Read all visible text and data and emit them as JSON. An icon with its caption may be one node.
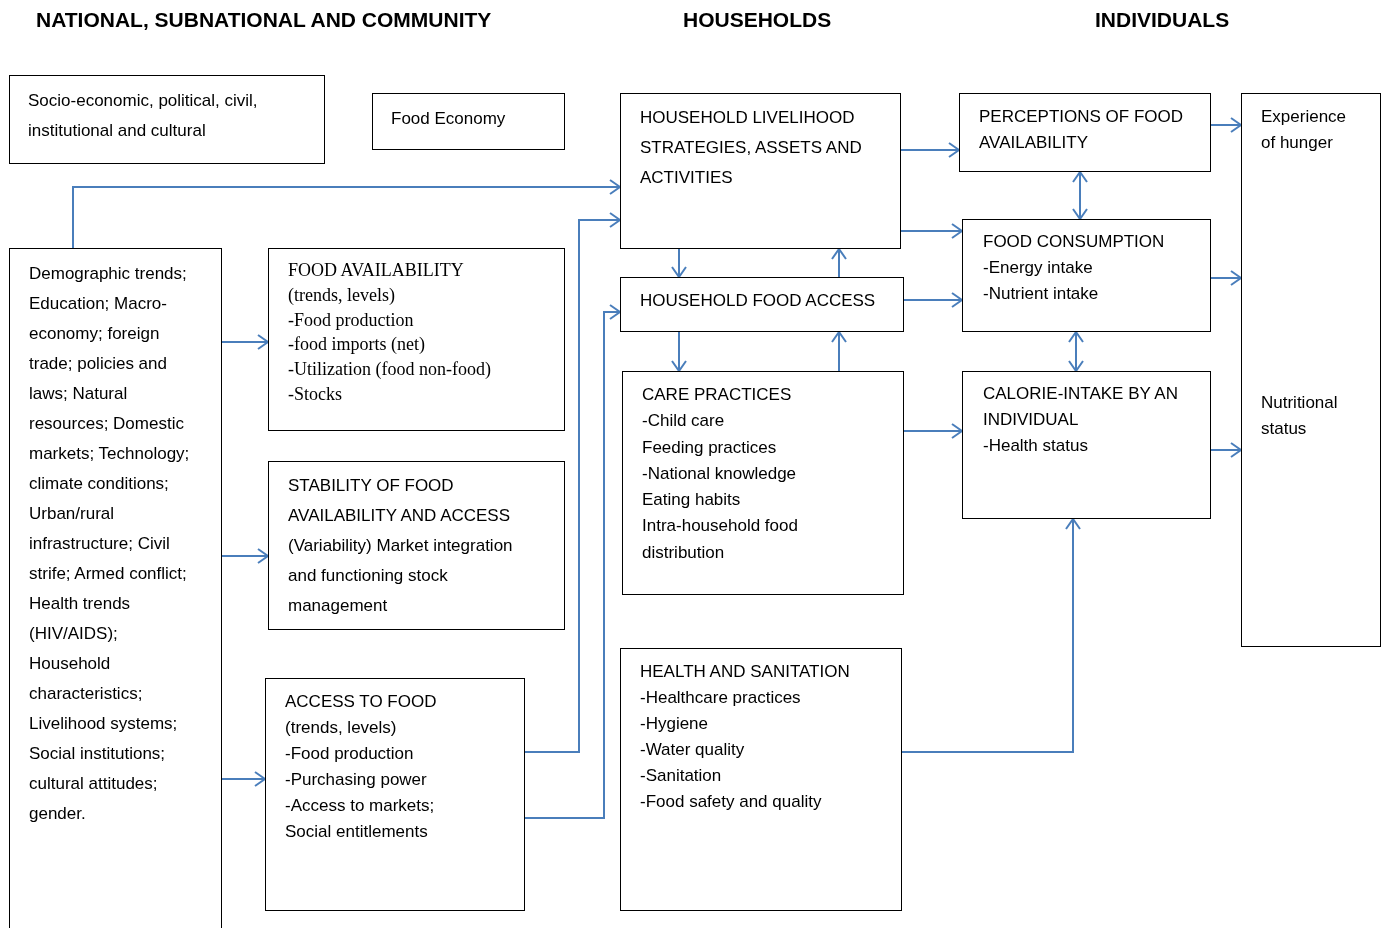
{
  "diagram": {
    "nodes": [
      {
        "text": [
          "Socio-economic, political, civil, institutional and cultural"
        ]
      },
      {
        "text": [
          "Food Economy"
        ]
      },
      {
        "text": [
          "HOUSEHOLD LIVELIHOOD STRATEGIES, ASSETS AND ACTIVITIES"
        ]
      },
      {
        "text": [
          "PERCEPTIONS OF FOOD AVAILABILITY"
        ]
      },
      {
        "text": [
          "Experience of hunger",
          "Nutritional status"
        ]
      },
      {
        "text": [
          "Demographic trends; Education; Macro-economy; foreign trade; policies and laws; Natural resources; Domestic markets; Technology; climate conditions; Urban/rural infrastructure; Civil strife; Armed conflict; Health trends (HIV/AIDS); Household characteristics; Livelihood systems; Social institutions; cultural attitudes; gender."
        ]
      },
      {
        "text": [
          "FOOD AVAILABILITY",
          "(trends, levels)",
          "-Food production",
          "-food imports (net)",
          "-Utilization (food non-food)",
          "-Stocks"
        ]
      },
      {
        "text": [
          "FOOD CONSUMPTION",
          "-Energy intake",
          "-Nutrient intake"
        ]
      },
      {
        "text": [
          "HOUSEHOLD FOOD ACCESS"
        ]
      },
      {
        "text": [
          "STABILITY OF FOOD AVAILABILITY AND ACCESS",
          "(Variability) Market integration and functioning stock management"
        ]
      },
      {
        "text": [
          "CARE PRACTICES",
          "-Child care",
          "Feeding practices",
          "-National knowledge",
          "Eating habits",
          "Intra-household food distribution"
        ]
      },
      {
        "text": [
          "CALORIE-INTAKE BY AN INDIVIDUAL",
          "-Health status"
        ]
      },
      {
        "text": [
          "ACCESS TO FOOD",
          "(trends, levels)",
          "-Food production",
          "-Purchasing power",
          "-Access to markets;",
          "Social entitlements"
        ]
      },
      {
        "text": [
          "HEALTH AND SANITATION",
          "-Healthcare practices",
          "-Hygiene",
          "-Water quality",
          "-Sanitation",
          "-Food safety and quality"
        ]
      }
    ],
    "edges": [
      {
        "from": 5,
        "to": 2,
        "arrow": "to"
      },
      {
        "from": 12,
        "to": 2,
        "arrow": "to"
      },
      {
        "from": 12,
        "to": 8,
        "arrow": "to"
      },
      {
        "from": 5,
        "to": 6,
        "arrow": "to"
      },
      {
        "from": 5,
        "to": 9,
        "arrow": "to"
      },
      {
        "from": 5,
        "to": 12,
        "arrow": "to"
      },
      {
        "from": 2,
        "to": 8,
        "arrow": "to"
      },
      {
        "from": 8,
        "to": 2,
        "arrow": "to"
      },
      {
        "from": 8,
        "to": 10,
        "arrow": "to"
      },
      {
        "from": 10,
        "to": 8,
        "arrow": "to"
      },
      {
        "from": 2,
        "to": 3,
        "arrow": "to"
      },
      {
        "from": 2,
        "to": 7,
        "arrow": "to"
      },
      {
        "from": 8,
        "to": 7,
        "arrow": "to"
      },
      {
        "from": 10,
        "to": 11,
        "arrow": "to"
      },
      {
        "from": 3,
        "to": 7,
        "arrow": "both"
      },
      {
        "from": 7,
        "to": 11,
        "arrow": "both"
      },
      {
        "from": 3,
        "to": 4,
        "arrow": "to"
      },
      {
        "from": 7,
        "to": 4,
        "arrow": "to"
      },
      {
        "from": 11,
        "to": 4,
        "arrow": "to"
      },
      {
        "from": 13,
        "to": 11,
        "arrow": "to"
      }
    ],
    "labels": [
      "NATIONAL, SUBNATIONAL AND COMMUNITY",
      "HOUSEHOLDS",
      "INDIVIDUALS"
    ]
  }
}
